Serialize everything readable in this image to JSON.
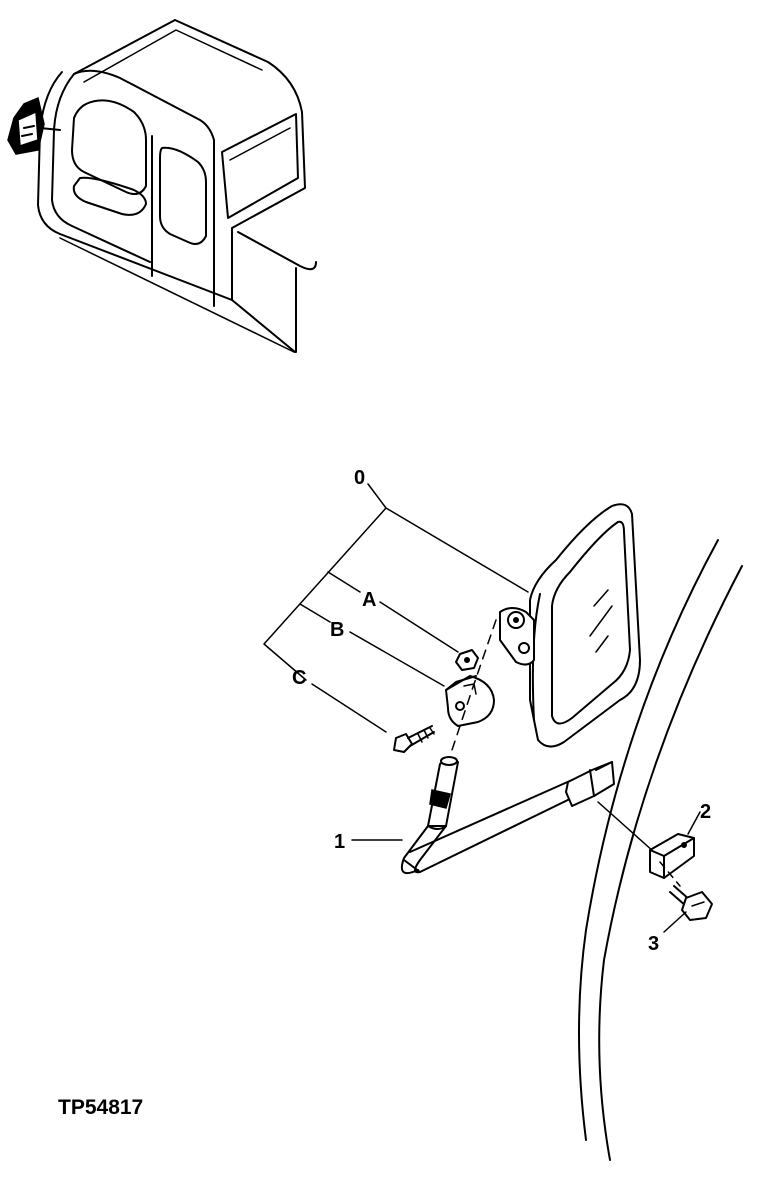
{
  "drawing_code": "TP54817",
  "callouts": {
    "assembly": "0",
    "arm": "1",
    "clamp": "2",
    "bolt": "3",
    "nut": "A",
    "bracket": "B",
    "cap_screw": "C"
  }
}
